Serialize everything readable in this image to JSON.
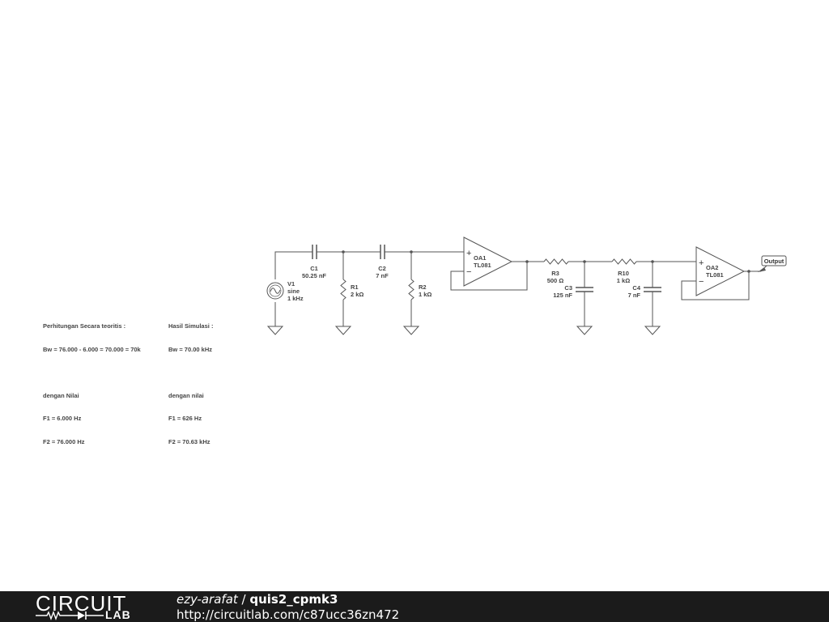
{
  "notes": {
    "theory": {
      "title": "Perhitungan Secara teoritis :",
      "bw": "Bw = 76.000 - 6.000 = 70.000 = 70k",
      "sub": "dengan Nilai",
      "f1": "F1 = 6.000 Hz",
      "f2": "F2 = 76.000 Hz"
    },
    "sim": {
      "title": "Hasil Simulasi :",
      "bw": "Bw = 70.00 kHz",
      "sub": "dengan nilai",
      "f1": "F1 = 626 Hz",
      "f2": "F2 = 70.63 kHz"
    }
  },
  "components": {
    "v1": {
      "name": "V1",
      "type": "sine",
      "value": "1 kHz"
    },
    "c1": {
      "name": "C1",
      "value": "50.25 nF"
    },
    "c2": {
      "name": "C2",
      "value": "7 nF"
    },
    "r1": {
      "name": "R1",
      "value": "2 kΩ"
    },
    "r2": {
      "name": "R2",
      "value": "1 kΩ"
    },
    "oa1": {
      "name": "OA1",
      "part": "TL081"
    },
    "r3": {
      "name": "R3",
      "value": "500 Ω"
    },
    "c3": {
      "name": "C3",
      "value": "125 nF"
    },
    "r10": {
      "name": "R10",
      "value": "1 kΩ"
    },
    "c4": {
      "name": "C4",
      "value": "7 nF"
    },
    "oa2": {
      "name": "OA2",
      "part": "TL081"
    },
    "output": {
      "label": "Output"
    }
  },
  "opamp_symbols": {
    "plus": "+",
    "minus": "−"
  },
  "footer": {
    "logo_circuit": "CIRCUIT",
    "logo_lab": "LAB",
    "author": "ezy-arafat",
    "separator": " / ",
    "project": "quis2_cpmk3",
    "url": "http://circuitlab.com/c87ucc36zn472"
  },
  "colors": {
    "wire": "#555555",
    "text": "#444444",
    "footer_bg": "#1b1b1b",
    "footer_text": "#ffffff"
  }
}
